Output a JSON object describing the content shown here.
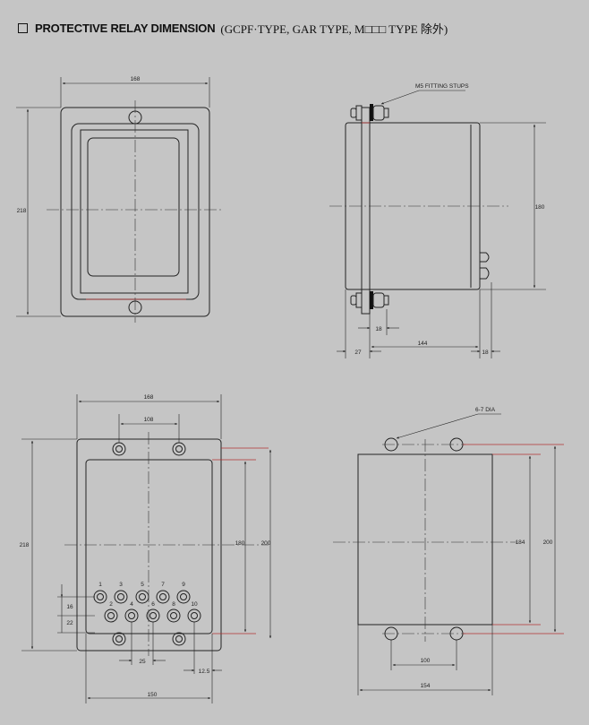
{
  "title": {
    "main": "PROTECTIVE RELAY DIMENSION",
    "sub": "(GCPF·TYPE, GAR TYPE, M□□□ TYPE 除外)"
  },
  "front_view": {
    "width": "168",
    "height": "218"
  },
  "side_view": {
    "fitting_label": "M5 FITTING STUPS",
    "height": "180",
    "dims": [
      "18",
      "27",
      "144",
      "18"
    ]
  },
  "terminal_view": {
    "width": "168",
    "hole_pitch": "108",
    "height": "218",
    "inner_height": "180",
    "outer_height": "200",
    "row_pitch_a": "16",
    "row_pitch_b": "22",
    "terminal_pitch": "25",
    "edge_offset": "12.5",
    "bottom_width": "150",
    "terminal_top_numbers": [
      "1",
      "3",
      "5",
      "7",
      "9"
    ],
    "terminal_bottom_numbers": [
      "2",
      "4",
      "6",
      "8",
      "10"
    ]
  },
  "cutout_view": {
    "hole_label": "6-7 DIA",
    "inner_height": "184",
    "outer_height": "200",
    "hole_pitch": "100",
    "width": "154"
  }
}
